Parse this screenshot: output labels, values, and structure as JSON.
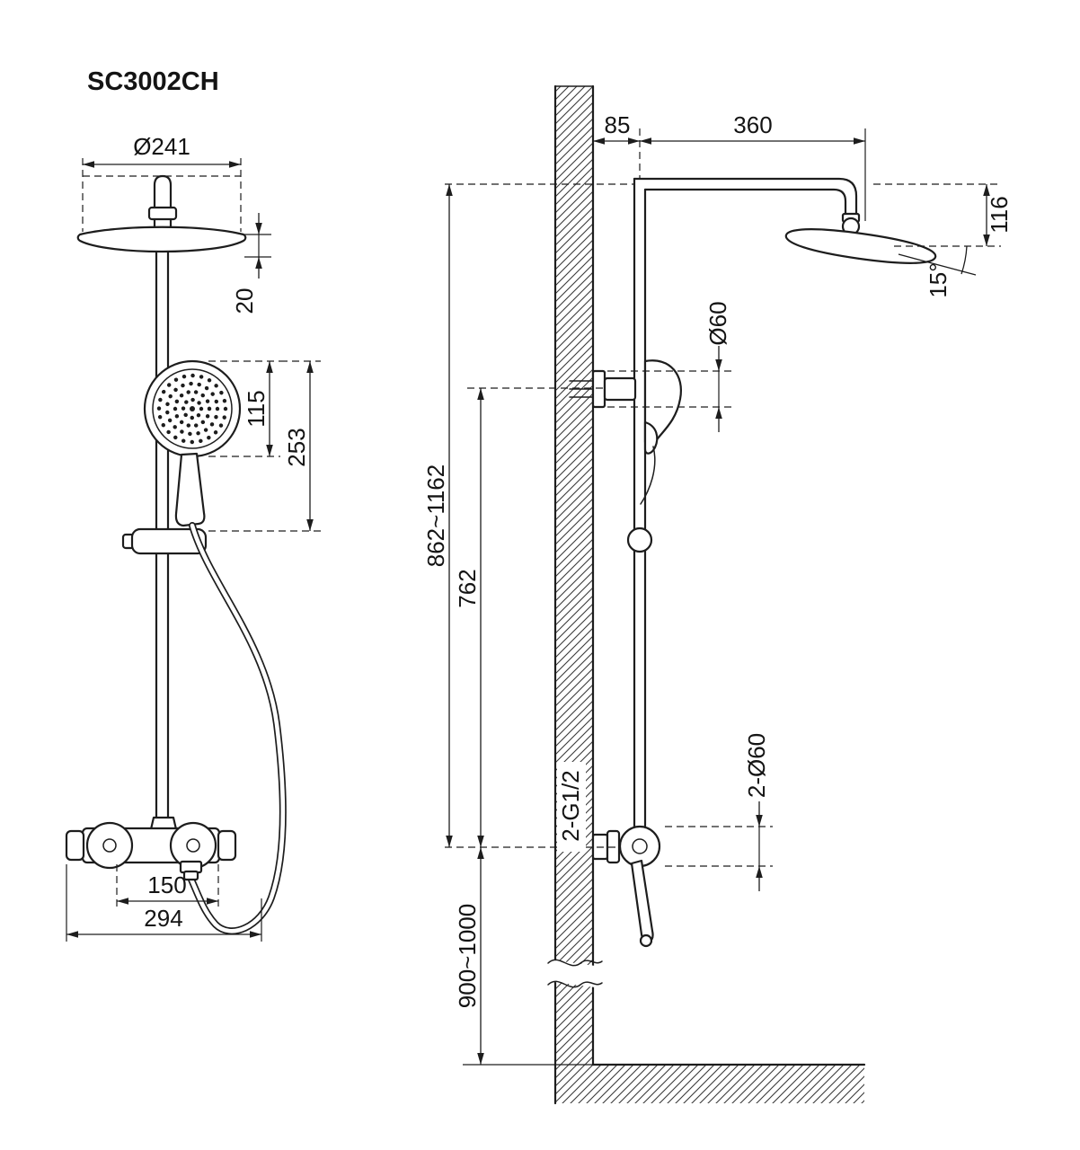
{
  "title": "SC3002CH",
  "front": {
    "head_diameter": "Ø241",
    "head_thickness": "20",
    "hand_shower_diameter": "115",
    "hand_shower_length": "253",
    "inlet_spacing": "150",
    "valve_width": "294"
  },
  "side": {
    "wall_to_riser": "85",
    "arm_reach": "360",
    "head_drop": "116",
    "head_angle": "15°",
    "bracket_diameter": "Ø60",
    "riser_height": "862~1162",
    "bracket_height": "762",
    "inlet_thread": "2-G1/2",
    "escutcheon_diameter": "2-Ø60",
    "install_height": "900~1000"
  }
}
